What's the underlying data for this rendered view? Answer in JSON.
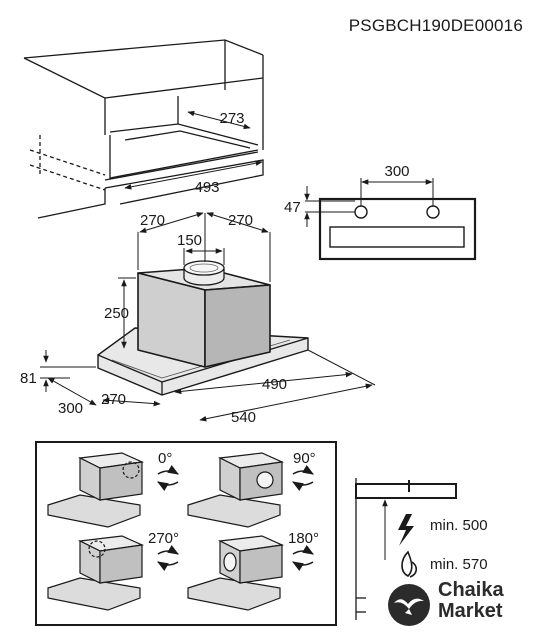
{
  "document_code": "PSGBCH190DE00016",
  "cabinet": {
    "depth": "273",
    "width": "493"
  },
  "hood": {
    "width_top_left": "270",
    "width_top_right": "270",
    "duct_diameter": "150",
    "motor_height": "250",
    "frame_height": "81",
    "side_depth": "300",
    "front_depth": "270",
    "body_width": "490",
    "total_width": "540"
  },
  "mounting": {
    "hole_spacing": "300",
    "hole_offset": "47"
  },
  "outlet_rotation": {
    "angles": [
      "0°",
      "90°",
      "270°",
      "180°"
    ]
  },
  "clearance": {
    "electric_min": "min. 500",
    "gas_min": "min. 570"
  },
  "logo": {
    "line1": "Chaika",
    "line2": "Market"
  }
}
